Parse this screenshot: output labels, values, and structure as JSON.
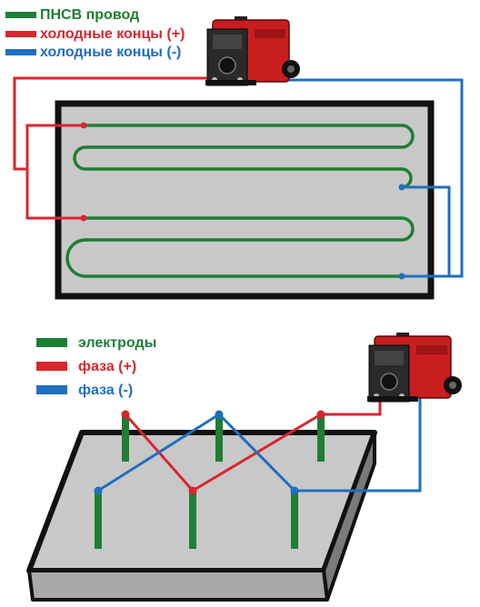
{
  "colors": {
    "green": "#1e7e34",
    "red": "#d9262e",
    "blue": "#1f6fbf",
    "concrete": "#c8c8c8",
    "edge": "#111111",
    "slab_side": "#7a7a7a"
  },
  "top_diagram": {
    "legend": [
      {
        "label": "ПНСВ провод",
        "color_key": "green"
      },
      {
        "label": "холодные концы (+)",
        "color_key": "red"
      },
      {
        "label": "холодные концы (-)",
        "color_key": "blue"
      }
    ],
    "device_icon": "welding-transformer-icon"
  },
  "bottom_diagram": {
    "legend": [
      {
        "label": "электроды",
        "color_key": "green"
      },
      {
        "label": "фаза (+)",
        "color_key": "red"
      },
      {
        "label": "фаза (-)",
        "color_key": "blue"
      }
    ],
    "device_icon": "welding-transformer-icon"
  }
}
